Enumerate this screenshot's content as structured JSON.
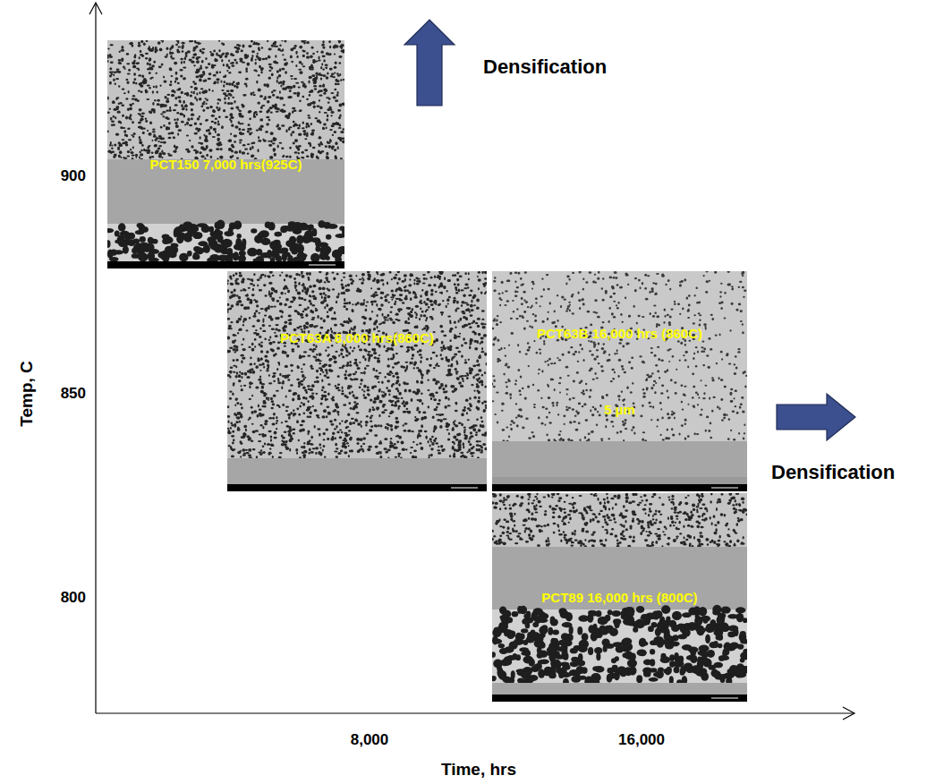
{
  "diagram": {
    "nodes": [
      {
        "text": [
          "PCT150 7,000 hrs(925C)"
        ]
      },
      {
        "text": [
          "PCT63A 8,000 hrs(860C)"
        ]
      },
      {
        "text": [
          "PCT63B 16,000 hrs (860C)",
          "5 µm"
        ]
      },
      {
        "text": [
          "PCT89 16,000 hrs (800C)"
        ]
      }
    ],
    "labels": [
      "Densification",
      "Densification",
      "900",
      "850",
      "800",
      "Temp, C",
      "8,000",
      "16,000",
      "Time, hrs"
    ]
  }
}
